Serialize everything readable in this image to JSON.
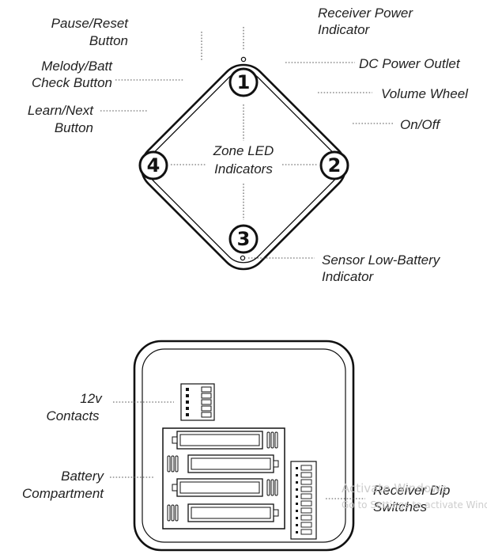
{
  "front": {
    "labels": {
      "pause_reset": [
        "Pause/Reset",
        "Button"
      ],
      "melody_batt": [
        "Melody/Batt",
        "Check Button"
      ],
      "learn_next": [
        "Learn/Next",
        "Button"
      ],
      "receiver_power": [
        "Receiver Power",
        "Indicator"
      ],
      "dc_power": [
        "DC Power Outlet"
      ],
      "volume_wheel": [
        "Volume Wheel"
      ],
      "on_off": [
        "On/Off"
      ],
      "zone_led": [
        "Zone LED",
        "Indicators"
      ],
      "sensor_low_battery": [
        "Sensor Low-Battery",
        "Indicator"
      ]
    },
    "zones": [
      "1",
      "2",
      "3",
      "4"
    ]
  },
  "back": {
    "labels": {
      "contacts_12v": [
        "12v",
        "Contacts"
      ],
      "battery": [
        "Battery",
        "Compartment"
      ],
      "dip_switches": [
        "Receiver Dip",
        "Switches"
      ]
    }
  },
  "watermark": {
    "line1": "Activate Windows",
    "line2": "Go to Settings to activate Windows."
  }
}
